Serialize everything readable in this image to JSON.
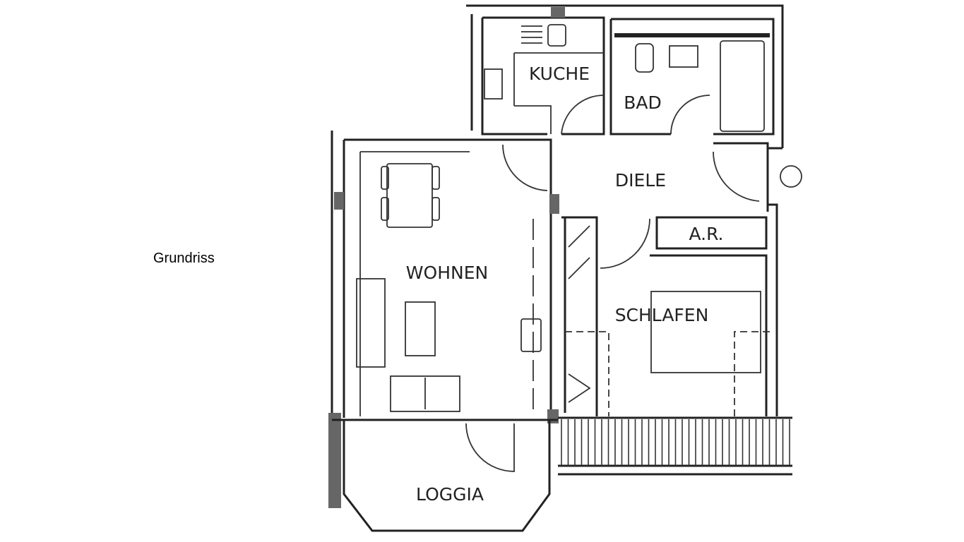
{
  "caption": "Grundriss",
  "rooms": {
    "kueche": "KUCHE",
    "bad": "BAD",
    "diele": "DIELE",
    "abstellraum": "A.R.",
    "wohnen": "WOHNEN",
    "schlafen": "SCHLAFEN",
    "loggia": "LOGGIA"
  }
}
